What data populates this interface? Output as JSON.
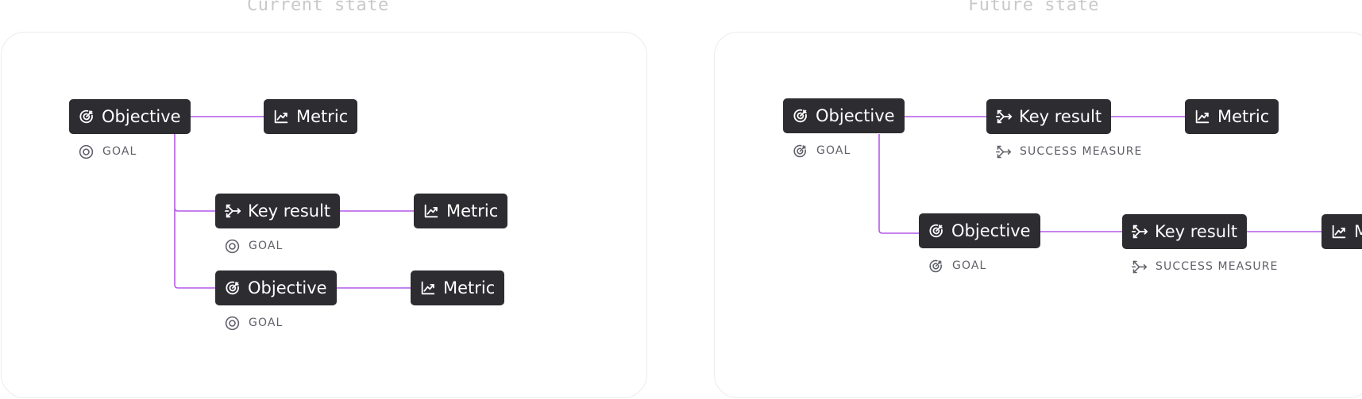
{
  "colors": {
    "connector": "#b45ae8",
    "node_bg": "#2c2c31",
    "node_text": "#ffffff",
    "tag_text": "#5f6068",
    "title_text": "#c9c9cc"
  },
  "panels": {
    "current": {
      "title": "Current state",
      "nodes": {
        "objective": {
          "label": "Objective",
          "icon": "objective-target-icon",
          "tag": "GOAL",
          "tag_icon": "goal-circle-icon"
        },
        "metric_top": {
          "label": "Metric",
          "icon": "metric-chart-icon"
        },
        "key_result": {
          "label": "Key result",
          "icon": "key-result-icon",
          "tag": "GOAL",
          "tag_icon": "goal-circle-icon"
        },
        "metric_mid": {
          "label": "Metric",
          "icon": "metric-chart-icon"
        },
        "objective_child": {
          "label": "Objective",
          "icon": "objective-target-icon",
          "tag": "GOAL",
          "tag_icon": "goal-circle-icon"
        },
        "metric_bottom": {
          "label": "Metric",
          "icon": "metric-chart-icon"
        }
      }
    },
    "future": {
      "title": "Future state",
      "nodes": {
        "objective": {
          "label": "Objective",
          "icon": "objective-target-icon",
          "tag": "GOAL",
          "tag_icon": "objective-target-icon"
        },
        "key_result": {
          "label": "Key result",
          "icon": "key-result-icon",
          "tag": "SUCCESS MEASURE",
          "tag_icon": "key-result-icon"
        },
        "metric": {
          "label": "Metric",
          "icon": "metric-chart-icon"
        },
        "objective_child": {
          "label": "Objective",
          "icon": "objective-target-icon",
          "tag": "GOAL",
          "tag_icon": "objective-target-icon"
        },
        "key_result_child": {
          "label": "Key result",
          "icon": "key-result-icon",
          "tag": "SUCCESS MEASURE",
          "tag_icon": "key-result-icon"
        },
        "metric_child": {
          "label": "Metric",
          "icon": "metric-chart-icon"
        }
      }
    }
  }
}
